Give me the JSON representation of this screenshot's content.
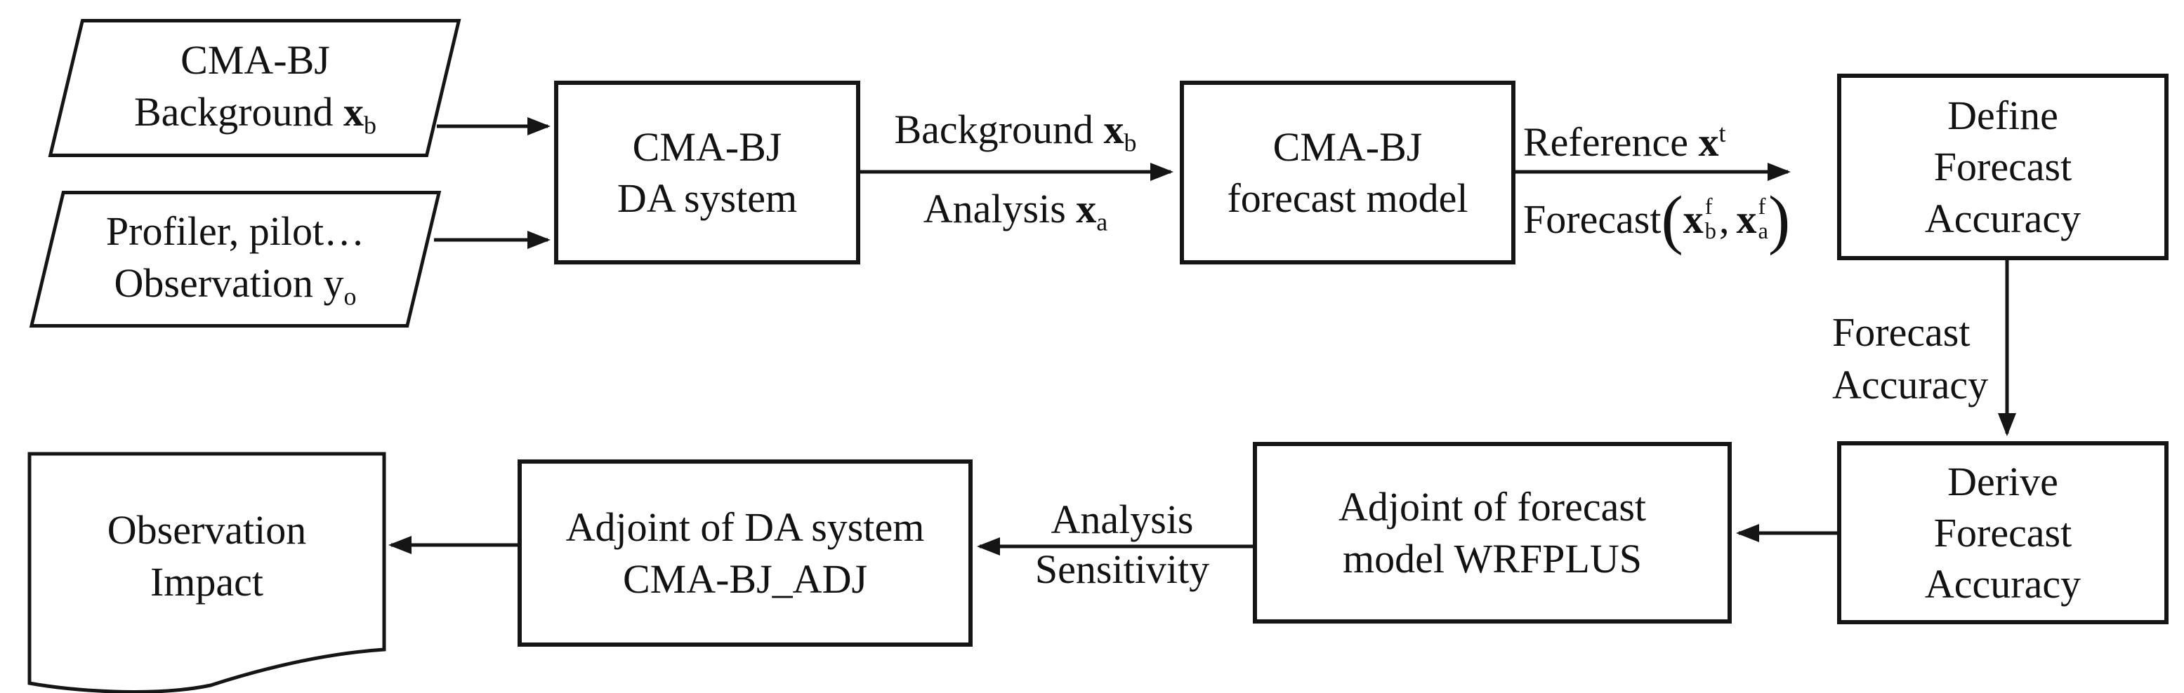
{
  "diagram": {
    "colors": {
      "background": "#ffffff",
      "stroke": "#151515",
      "text": "#121212"
    },
    "nodes": {
      "cma_background": {
        "line1": "CMA-BJ",
        "line2": {
          "text": "Background ",
          "var": "x",
          "sub": "b"
        }
      },
      "observation_input": {
        "line1": "Profiler, pilot…",
        "line2": {
          "text": "Observation ",
          "var": "y",
          "sub": "o"
        }
      },
      "da_system": {
        "line1": "CMA-BJ",
        "line2": "DA system"
      },
      "forecast_model": {
        "line1": "CMA-BJ",
        "line2": "forecast model"
      },
      "define_forecast_accuracy": {
        "line1": "Define",
        "line2": "Forecast",
        "line3": "Accuracy"
      },
      "derive_forecast_accuracy": {
        "line1": "Derive",
        "line2": "Forecast",
        "line3": "Accuracy"
      },
      "adjoint_forecast_model": {
        "line1": "Adjoint of forecast",
        "line2": "model WRFPLUS"
      },
      "adjoint_da_system": {
        "line1": "Adjoint of DA system",
        "line2": "CMA-BJ_ADJ"
      },
      "observation_impact": {
        "line1": "Observation",
        "line2": "Impact"
      }
    },
    "edge_labels": {
      "background": {
        "text": "Background ",
        "var": "x",
        "sub": "b"
      },
      "analysis": {
        "text": "Analysis ",
        "var": "x",
        "sub": "a"
      },
      "reference": {
        "text": "Reference ",
        "var": "x",
        "sup": "t"
      },
      "forecast": {
        "text": "Forecast ",
        "open": "(",
        "var1": "x",
        "var1_sup": "f",
        "var1_sub": "b",
        "comma": ",",
        "var2": "x",
        "var2_sup": "f",
        "var2_sub": "a",
        "close": ")"
      },
      "forecast_accuracy": {
        "line1": "Forecast",
        "line2": "Accuracy"
      },
      "analysis_sensitivity": {
        "line1": "Analysis",
        "line2": "Sensitivity"
      }
    }
  }
}
